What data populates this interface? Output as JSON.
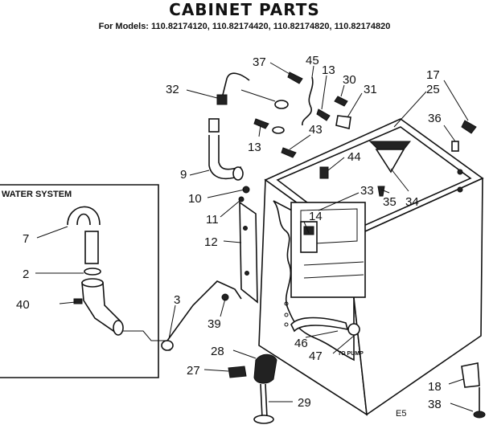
{
  "title": "CABINET PARTS",
  "subtitle": "For Models: 110.82174120, 110.82174420, 110.82174820, 110.82174820",
  "inset_box_label": "WATER SYSTEM",
  "to_pump_label": "TO PUMP",
  "corner_code": "E5",
  "callouts": [
    {
      "label": "32"
    },
    {
      "label": "37"
    },
    {
      "label": "45"
    },
    {
      "label": "13"
    },
    {
      "label": "30"
    },
    {
      "label": "31"
    },
    {
      "label": "17"
    },
    {
      "label": "25"
    },
    {
      "label": "36"
    },
    {
      "label": "13"
    },
    {
      "label": "43"
    },
    {
      "label": "44"
    },
    {
      "label": "9"
    },
    {
      "label": "10"
    },
    {
      "label": "11"
    },
    {
      "label": "33"
    },
    {
      "label": "35"
    },
    {
      "label": "34"
    },
    {
      "label": "14"
    },
    {
      "label": "12"
    },
    {
      "label": "7"
    },
    {
      "label": "2"
    },
    {
      "label": "40"
    },
    {
      "label": "3"
    },
    {
      "label": "39"
    },
    {
      "label": "46"
    },
    {
      "label": "47"
    },
    {
      "label": "28"
    },
    {
      "label": "27"
    },
    {
      "label": "29"
    },
    {
      "label": "18"
    },
    {
      "label": "38"
    }
  ]
}
